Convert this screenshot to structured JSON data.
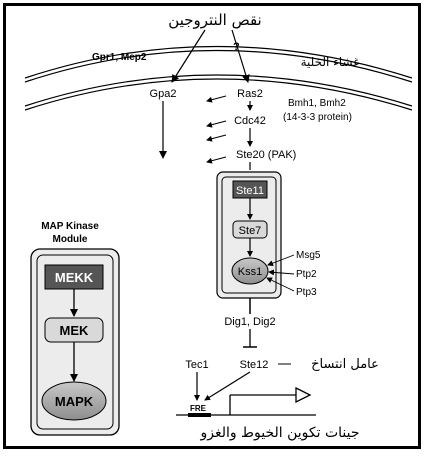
{
  "labels": {
    "top_title": "نقص النتروجين",
    "membrane": "غشاء الخلية",
    "gpr1_mep2": "Gpr1, Mep2",
    "question": "?",
    "gpa2": "Gpa2",
    "ras2": "Ras2",
    "bmh": "Bmh1, Bmh2",
    "bmh_note": "(14-3-3 protein)",
    "cdc42": "Cdc42",
    "ste20": "Ste20 (PAK)",
    "ste11": "Ste11",
    "ste7": "Ste7",
    "kss1": "Kss1",
    "msg5": "Msg5",
    "ptp2": "Ptp2",
    "ptp3": "Ptp3",
    "dig": "Dig1, Dig2",
    "tec1": "Tec1",
    "ste12": "Ste12",
    "tf_label": "عامل انتساخ",
    "fre": "FRE",
    "genes": "جينات تكوين الخيوط والغزو"
  },
  "module": {
    "title_line1": "MAP Kinase",
    "title_line2": "Module",
    "mekk": "MEKK",
    "mek": "MEK",
    "mapk": "MAPK"
  },
  "colors": {
    "dark_box": "#555555",
    "light_box": "#d9d9d9",
    "oval": "#b0b0b0",
    "module_bg": "#ececec",
    "line": "#000000"
  }
}
